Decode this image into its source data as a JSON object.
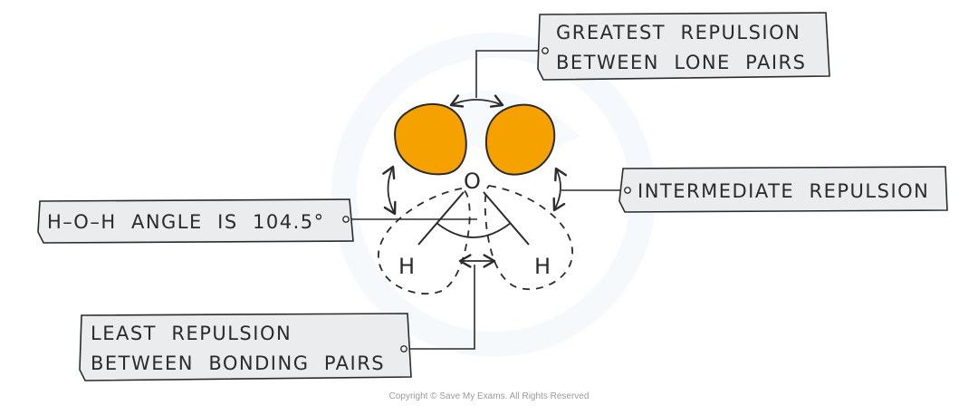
{
  "labels": {
    "greatest_line1": "GREATEST  REPULSION",
    "greatest_line2": "BETWEEN  LONE  PAIRS",
    "intermediate": "INTERMEDIATE  REPULSION",
    "angle": "H–O–H  ANGLE  IS  104.5°",
    "least_line1": "LEAST  REPULSION",
    "least_line2": "BETWEEN  BONDING  PAIRS"
  },
  "atoms": {
    "oxygen": "O",
    "hydrogen_left": "H",
    "hydrogen_right": "H"
  },
  "copyright": "Copyright © Save My Exams. All Rights Reserved",
  "colors": {
    "lone_pair_fill": "#f5a200",
    "box_fill": "#eaecee",
    "ink": "#2b2b2b",
    "watermark": "#eef4fa"
  },
  "icons": {
    "arrow": "double-headed-arrow"
  }
}
